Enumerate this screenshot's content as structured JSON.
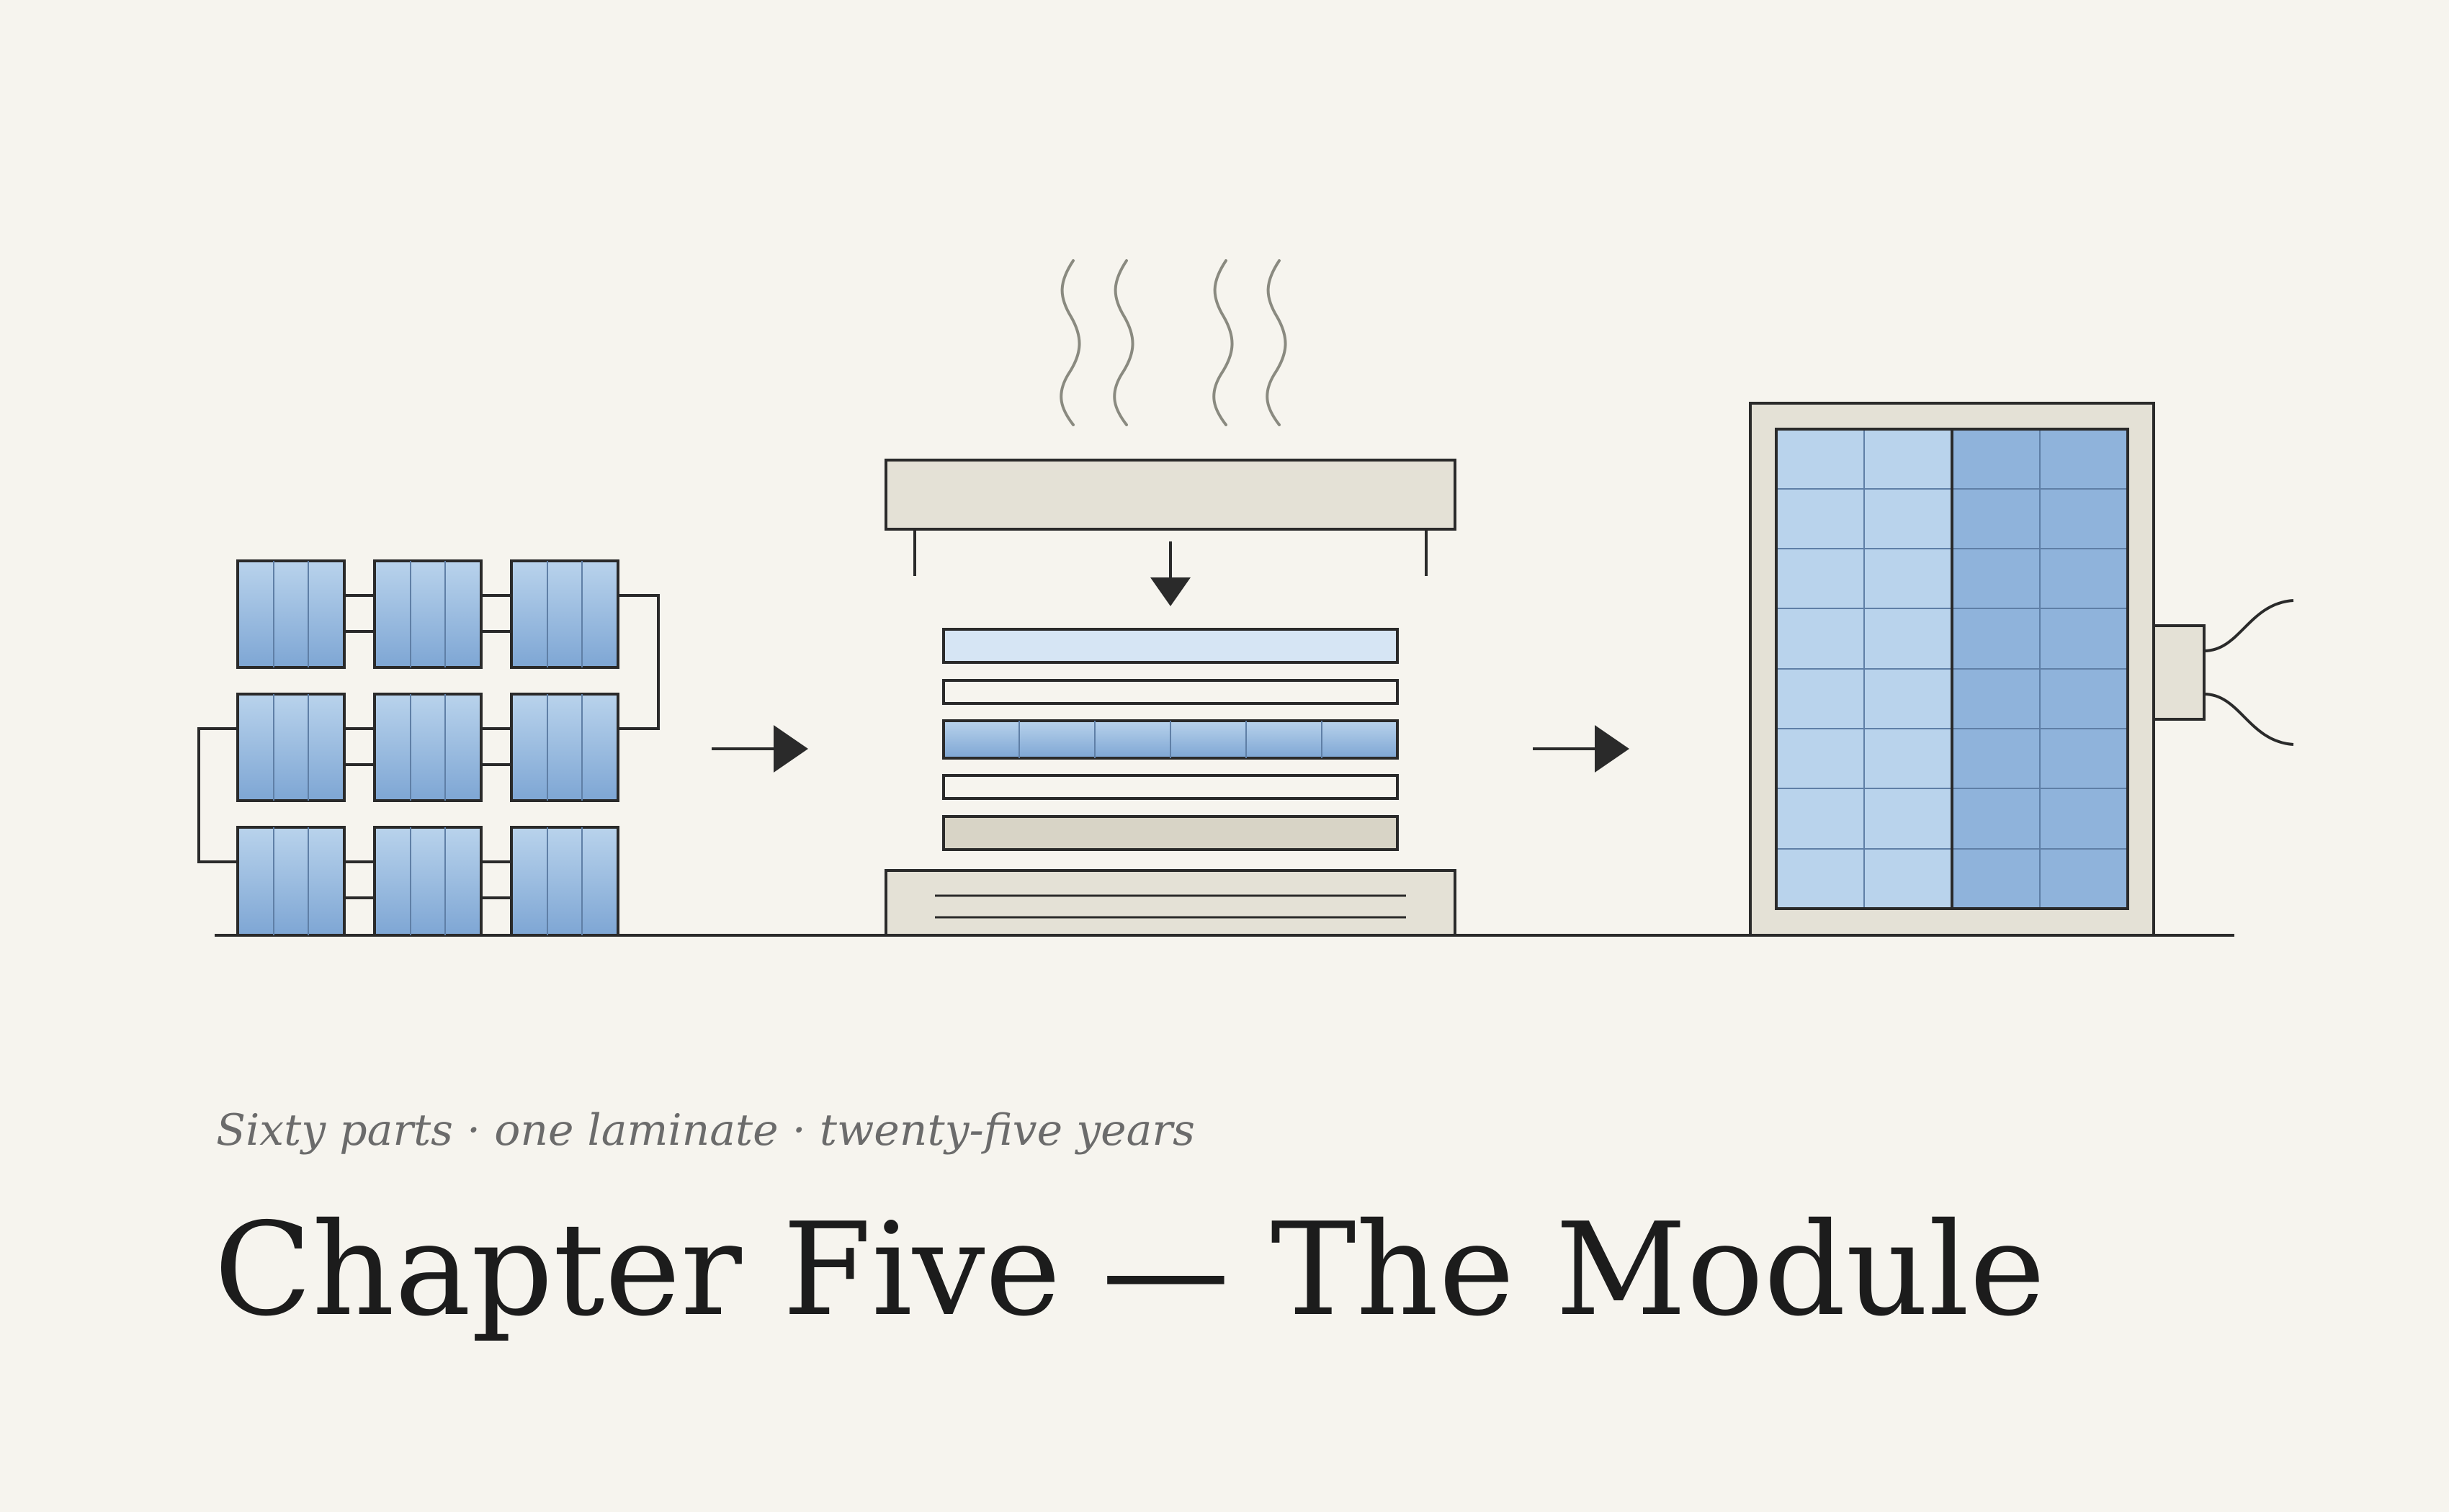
{
  "caption": {
    "subtitle": "Sixty parts · one laminate · twenty-five years",
    "title": "Chapter Five — The Module"
  },
  "colors": {
    "background": "#f6f4ee",
    "ink": "#2a2a2a",
    "cell_light": "#b9d3ec",
    "cell_dark": "#8fb3db",
    "layer_glass": "#d6e5f4",
    "frame": "#e4e1d6",
    "steam": "#8a8a80"
  },
  "icons": {
    "stage_1": "cell-string-matrix",
    "stage_2": "laminator-press",
    "stage_3": "framed-module",
    "flow": "arrow-right-icon",
    "press": "arrow-down-icon",
    "heat": "steam-icon",
    "output": "junction-box-icon"
  }
}
